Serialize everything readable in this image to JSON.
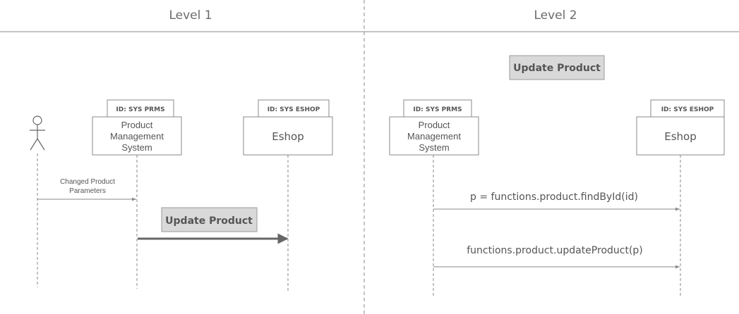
{
  "headers": {
    "left": "Level 1",
    "right": "Level 2"
  },
  "level1": {
    "prms": {
      "id": "ID: SYS PRMS",
      "name_lines": [
        "Product",
        "Management",
        "System"
      ]
    },
    "eshop": {
      "id": "ID: SYS ESHOP",
      "name": "Eshop"
    },
    "actor_message_lines": [
      "Changed Product",
      "Parameters"
    ],
    "action_label": "Update Product"
  },
  "level2": {
    "title": "Update Product",
    "prms": {
      "id": "ID: SYS PRMS",
      "name_lines": [
        "Product",
        "Management",
        "System"
      ]
    },
    "eshop": {
      "id": "ID: SYS ESHOP",
      "name": "Eshop"
    },
    "messages": [
      "p = functions.product.findById(id)",
      "functions.product.updateProduct(p)"
    ]
  },
  "colors": {
    "line": "#8a8a8a",
    "text": "#555555",
    "label_bg": "#d9d9d9",
    "arrow": "#666666"
  }
}
